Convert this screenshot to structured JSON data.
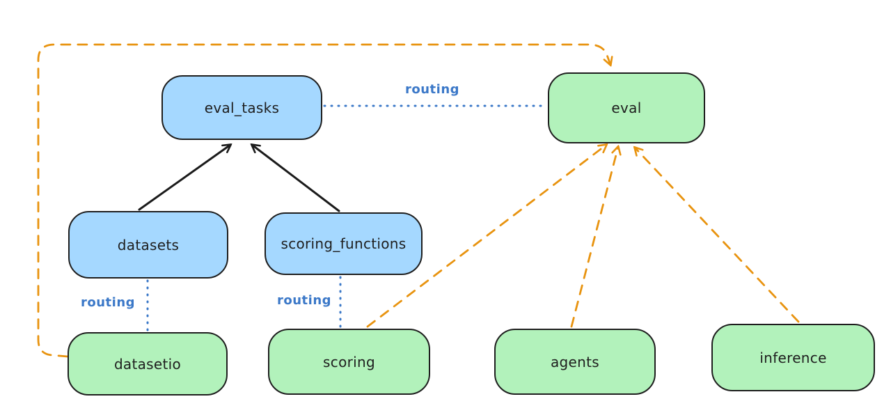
{
  "colors": {
    "background": "#ffffff",
    "node_blue_fill": "#a5d8ff",
    "node_green_fill": "#b2f2bb",
    "node_border": "#1e1e1e",
    "routing_blue": "#3b78c8",
    "orange_dash": "#e8930f",
    "black_arrow": "#1b1b1b"
  },
  "nodes": {
    "eval_tasks": {
      "label": "eval_tasks",
      "color": "blue"
    },
    "eval": {
      "label": "eval",
      "color": "green"
    },
    "datasets": {
      "label": "datasets",
      "color": "blue"
    },
    "scoring_functions": {
      "label": "scoring_functions",
      "color": "blue"
    },
    "datasetio": {
      "label": "datasetio",
      "color": "green"
    },
    "scoring": {
      "label": "scoring",
      "color": "green"
    },
    "agents": {
      "label": "agents",
      "color": "green"
    },
    "inference": {
      "label": "inference",
      "color": "green"
    }
  },
  "edge_labels": {
    "routing_eval_tasks_eval": "routing",
    "routing_datasets_datasetio": "routing",
    "routing_scoring_functions_scoring": "routing"
  },
  "edges": [
    {
      "from": "datasets",
      "to": "eval_tasks",
      "style": "solid-black-arrow"
    },
    {
      "from": "scoring_functions",
      "to": "eval_tasks",
      "style": "solid-black-arrow"
    },
    {
      "from": "eval_tasks",
      "to": "eval",
      "style": "dotted-blue",
      "label": "routing"
    },
    {
      "from": "datasets",
      "to": "datasetio",
      "style": "dotted-blue",
      "label": "routing"
    },
    {
      "from": "scoring_functions",
      "to": "scoring",
      "style": "dotted-blue",
      "label": "routing"
    },
    {
      "from": "scoring",
      "to": "eval",
      "style": "dashed-orange-arrow"
    },
    {
      "from": "agents",
      "to": "eval",
      "style": "dashed-orange-arrow"
    },
    {
      "from": "inference",
      "to": "eval",
      "style": "dashed-orange-arrow"
    },
    {
      "from": "datasetio",
      "to": "eval",
      "style": "dashed-orange-arrow-loop"
    }
  ]
}
